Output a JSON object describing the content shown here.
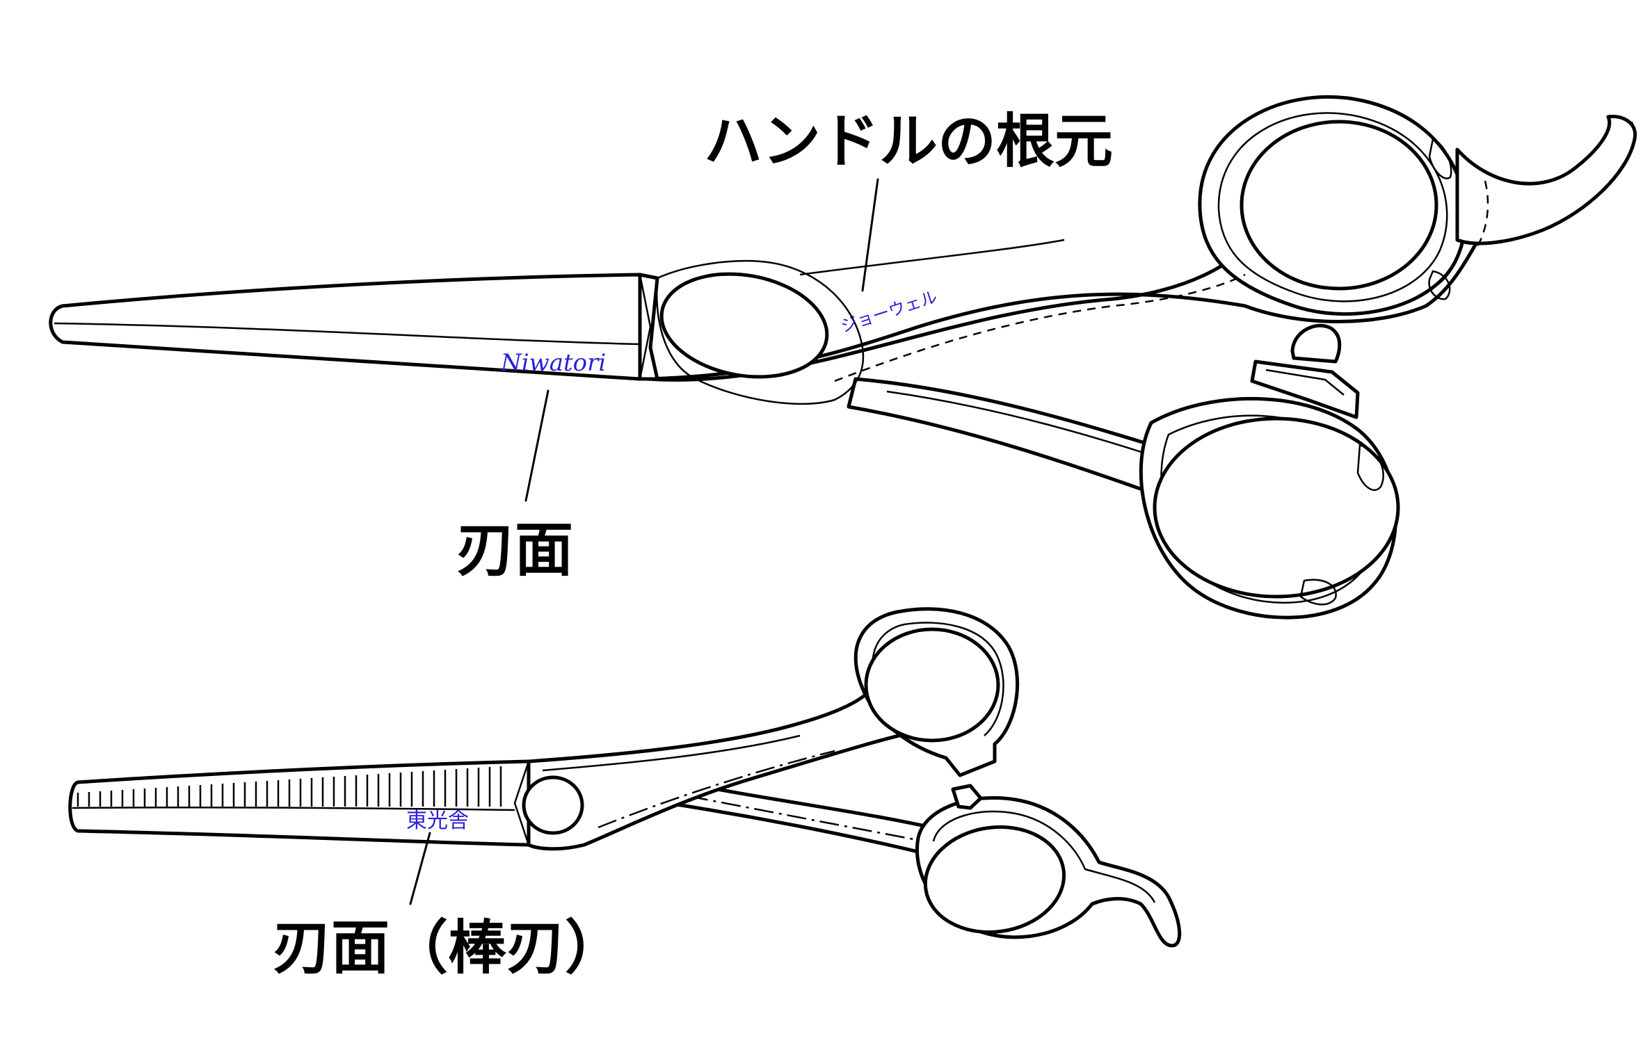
{
  "labels": {
    "handle_base": "ハンドルの根元",
    "blade_face_upper": "刃面",
    "blade_face_lower": "刃面（棒刃）"
  },
  "brands": {
    "niwatori": "Niwatori",
    "jowell": "ジョーウェル",
    "tokosha": "東光舎"
  },
  "colors": {
    "brand_text": "#2a1fd6",
    "line": "#000000",
    "background": "#ffffff"
  }
}
